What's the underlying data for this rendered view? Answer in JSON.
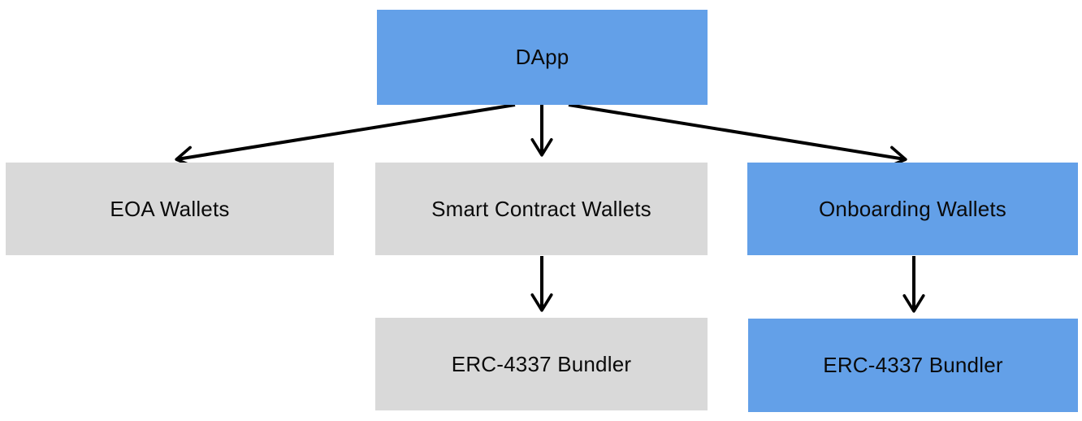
{
  "diagram": {
    "title": "DApp wallet architecture flowchart",
    "colors": {
      "node_blue": "#63A0E8",
      "node_gray": "#D9D9D9",
      "text": "#0A0A0A",
      "arrow": "#000000",
      "background": "#FFFFFF"
    },
    "nodes": {
      "dapp": {
        "label": "DApp",
        "variant": "blue"
      },
      "eoa": {
        "label": "EOA Wallets",
        "variant": "gray"
      },
      "scw": {
        "label": "Smart Contract Wallets",
        "variant": "gray"
      },
      "onboarding": {
        "label": "Onboarding Wallets",
        "variant": "blue"
      },
      "bundler_gray": {
        "label": "ERC-4337 Bundler",
        "variant": "gray"
      },
      "bundler_blue": {
        "label": "ERC-4337 Bundler",
        "variant": "blue"
      }
    },
    "edges": [
      {
        "from": "dapp",
        "to": "eoa"
      },
      {
        "from": "dapp",
        "to": "scw"
      },
      {
        "from": "dapp",
        "to": "onboarding"
      },
      {
        "from": "scw",
        "to": "bundler_gray"
      },
      {
        "from": "onboarding",
        "to": "bundler_blue"
      }
    ]
  }
}
